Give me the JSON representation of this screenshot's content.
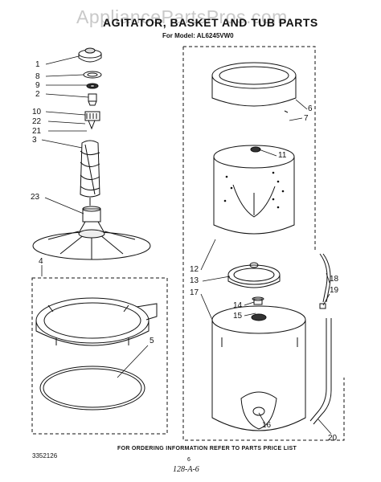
{
  "header": {
    "watermark": "AppliancePartsPros.com",
    "title": "AGITATOR, BASKET AND TUB PARTS",
    "model_line": "For Model: AL6245VW0"
  },
  "callouts": [
    {
      "id": "c1",
      "label": "1"
    },
    {
      "id": "c8",
      "label": "8"
    },
    {
      "id": "c9",
      "label": "9"
    },
    {
      "id": "c2",
      "label": "2"
    },
    {
      "id": "c10",
      "label": "10"
    },
    {
      "id": "c22",
      "label": "22"
    },
    {
      "id": "c21",
      "label": "21"
    },
    {
      "id": "c3",
      "label": "3"
    },
    {
      "id": "c23",
      "label": "23"
    },
    {
      "id": "c4",
      "label": "4"
    },
    {
      "id": "c5",
      "label": "5"
    },
    {
      "id": "c6",
      "label": "6"
    },
    {
      "id": "c7",
      "label": "7"
    },
    {
      "id": "c11",
      "label": "11"
    },
    {
      "id": "c12",
      "label": "12"
    },
    {
      "id": "c13",
      "label": "13"
    },
    {
      "id": "c17",
      "label": "17"
    },
    {
      "id": "c14",
      "label": "14"
    },
    {
      "id": "c15",
      "label": "15"
    },
    {
      "id": "c16",
      "label": "16"
    },
    {
      "id": "c18",
      "label": "18"
    },
    {
      "id": "c19",
      "label": "19"
    },
    {
      "id": "c20",
      "label": "20"
    }
  ],
  "footer": {
    "part_number": "3352126",
    "ordering_note": "FOR ORDERING INFORMATION REFER TO PARTS PRICE LIST",
    "page": "6",
    "handwritten": "128-A-6"
  }
}
